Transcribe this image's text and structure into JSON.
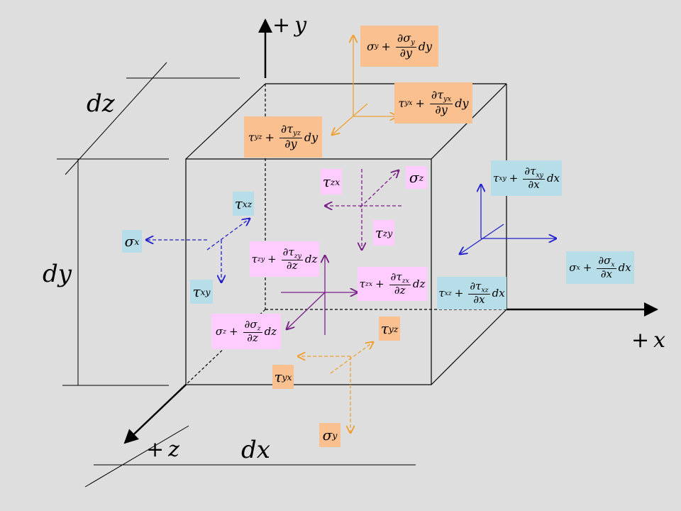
{
  "colors": {
    "background": "#dedede",
    "orange_box": "#fac090",
    "pink_box": "#ffccff",
    "cyan_box": "#b7dde8",
    "blue_arrow": "#2222cc",
    "purple_arrow": "#7a1f8a",
    "orange_arrow": "#f0a030"
  },
  "axes": {
    "y": {
      "sign": "+",
      "name": "y"
    },
    "x": {
      "sign": "+",
      "name": "x"
    },
    "z": {
      "sign": "+",
      "name": "z"
    }
  },
  "dimensions": {
    "dx": "dx",
    "dy": "dy",
    "dz": "dz"
  },
  "labels": {
    "sigma_x": {
      "sym": "σ",
      "sub": "x"
    },
    "tau_xz_left": {
      "sym": "τ",
      "sub": "xz"
    },
    "tau_xy_left": {
      "sym": "τ",
      "sub": "xy"
    },
    "tau_zx_back": {
      "sym": "τ",
      "sub": "zx"
    },
    "tau_zy_back": {
      "sym": "τ",
      "sub": "zy"
    },
    "sigma_z_back": {
      "sym": "σ",
      "sub": "z"
    },
    "tau_yz_bottom": {
      "sym": "τ",
      "sub": "yz"
    },
    "tau_yx_bottom": {
      "sym": "τ",
      "sub": "yx"
    },
    "sigma_y_bottom": {
      "sym": "σ",
      "sub": "y"
    },
    "sigma_y_top": {
      "sym": "σ",
      "sub": "y",
      "num": "∂σ",
      "num_sub": "y",
      "den": "∂y",
      "d": "dy"
    },
    "tau_yx_top": {
      "sym": "τ",
      "sub": "yx",
      "num": "∂τ",
      "num_sub": "yx",
      "den": "∂y",
      "d": "dy"
    },
    "tau_yz_top": {
      "sym": "τ",
      "sub": "yz",
      "num": "∂τ",
      "num_sub": "yz",
      "den": "∂y",
      "d": "dy"
    },
    "tau_xy_right": {
      "sym": "τ",
      "sub": "xy",
      "num": "∂τ",
      "num_sub": "xy",
      "den": "∂x",
      "d": "dx"
    },
    "sigma_x_right": {
      "sym": "σ",
      "sub": "x",
      "num": "∂σ",
      "num_sub": "x",
      "den": "∂x",
      "d": "dx"
    },
    "tau_xz_right": {
      "sym": "τ",
      "sub": "xz",
      "num": "∂τ",
      "num_sub": "xz",
      "den": "∂x",
      "d": "dx"
    },
    "tau_zy_front": {
      "sym": "τ",
      "sub": "zy",
      "num": "∂τ",
      "num_sub": "zy",
      "den": "∂z",
      "d": "dz"
    },
    "tau_zx_front": {
      "sym": "τ",
      "sub": "zx",
      "num": "∂τ",
      "num_sub": "zx",
      "den": "∂z",
      "d": "dz"
    },
    "sigma_z_front": {
      "sym": "σ",
      "sub": "z",
      "num": "∂σ",
      "num_sub": "z",
      "den": "∂z",
      "d": "dz"
    }
  }
}
